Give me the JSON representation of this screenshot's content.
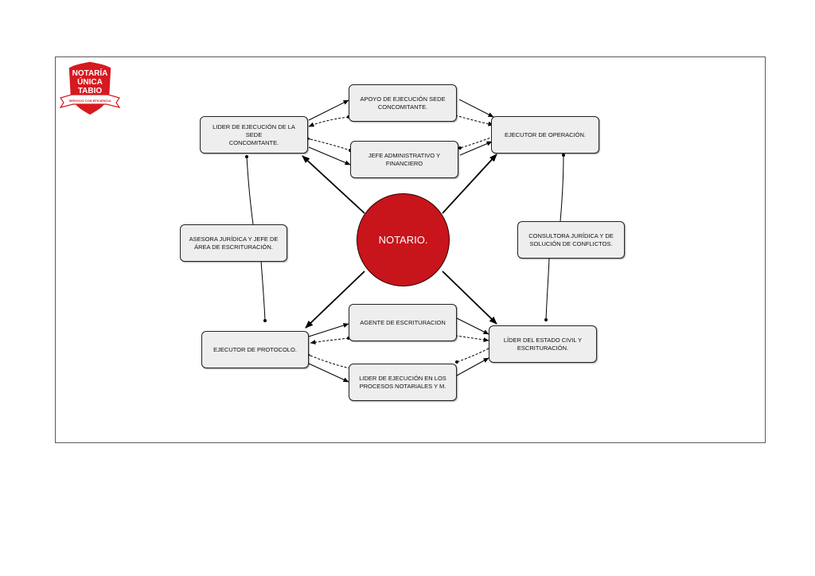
{
  "logo": {
    "lines": [
      "NOTARÍA",
      "ÚNICA",
      "TABIO"
    ],
    "ribbon": "SERVICIO CON EFICIENCIA",
    "color": "#d71920"
  },
  "center": {
    "label": "NOTARIO.",
    "color": "#c8141b"
  },
  "nodes": {
    "lider_sede": {
      "line1": "LIDER DE EJECUCIÓN DE LA SEDE",
      "line2": "CONCOMITANTE."
    },
    "apoyo": {
      "line1": "APOYO DE EJECUCIÓN SEDE",
      "line2": "CONCOMITANTE."
    },
    "jefe_admin": {
      "line1": "JEFE ADMINISTRATIVO Y",
      "line2": "FINANCIERO"
    },
    "ejec_op": {
      "line1": "EJECUTOR DE OPERACIÓN.",
      "line2": ""
    },
    "asesora": {
      "line1": "ASESORA JURÍDICA Y JEFE DE",
      "line2": "ÁREA DE ESCRITURACIÓN."
    },
    "consultora": {
      "line1": "CONSULTORA JURÍDICA Y DE",
      "line2": "SOLUCIÓN DE CONFLICTOS."
    },
    "ejec_prot": {
      "line1": "EJECUTOR DE PROTOCOLO.",
      "line2": ""
    },
    "agente": {
      "line1": "AGENTE DE ESCRITURACION",
      "line2": ""
    },
    "lider_proc": {
      "line1": "LIDER DE EJECUCIÓN EN LOS",
      "line2": "PROCESOS NOTARIALES Y M."
    },
    "lider_civil": {
      "line1": "LÍDER DEL ESTADO CIVIL Y",
      "line2": "ESCRITURACIÓN."
    }
  }
}
